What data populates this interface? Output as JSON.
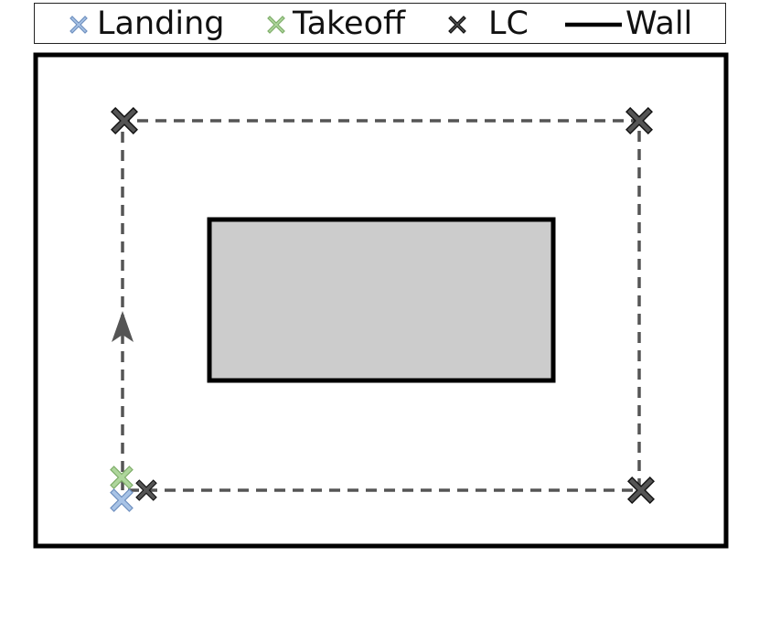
{
  "legend": {
    "items": [
      {
        "label": "Landing",
        "marker": "x-marker-icon",
        "color": "#a8c3e6"
      },
      {
        "label": "Takeoff",
        "marker": "x-marker-icon",
        "color": "#aed69c"
      },
      {
        "label": "LC",
        "marker": "x-marker-icon",
        "color": "#4a4a4a"
      },
      {
        "label": "Wall",
        "marker": "solid-line-icon",
        "color": "#000000"
      }
    ]
  },
  "colors": {
    "wall": "#000000",
    "obstacle_fill": "#cccccc",
    "path": "#555555",
    "landing": "#a8c3e6",
    "takeoff": "#aed69c",
    "lc": "#4a4a4a"
  },
  "path": {
    "style": "dashed",
    "direction_arrow": "up"
  }
}
